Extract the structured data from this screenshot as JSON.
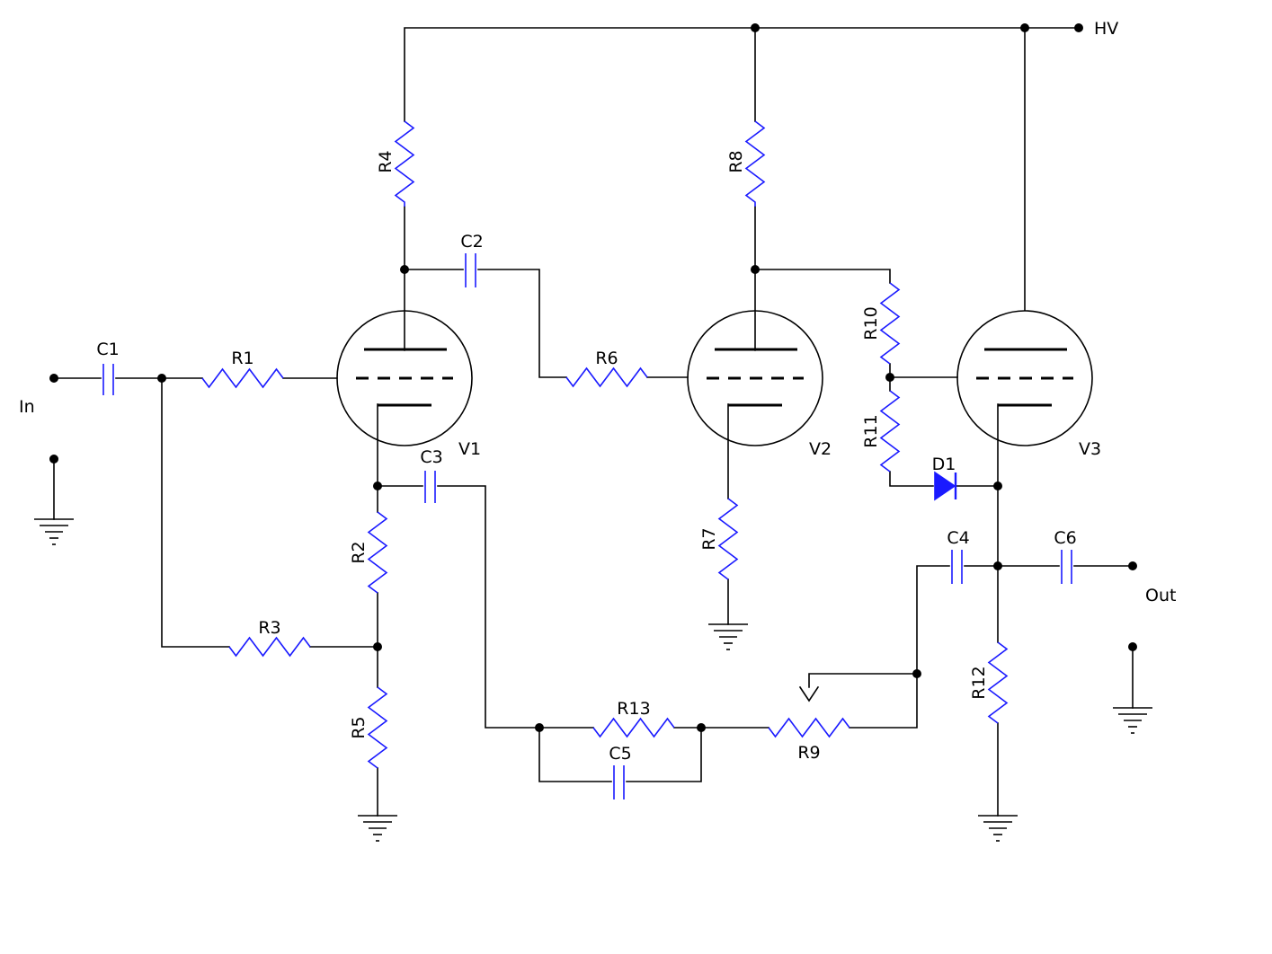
{
  "labels": {
    "hv": "HV",
    "in": "In",
    "out": "Out",
    "r1": "R1",
    "r2": "R2",
    "r3": "R3",
    "r4": "R4",
    "r5": "R5",
    "r6": "R6",
    "r7": "R7",
    "r8": "R8",
    "r9": "R9",
    "r10": "R10",
    "r11": "R11",
    "r12": "R12",
    "r13": "R13",
    "c1": "C1",
    "c2": "C2",
    "c3": "C3",
    "c4": "C4",
    "c5": "C5",
    "c6": "C6",
    "d1": "D1",
    "v1": "V1",
    "v2": "V2",
    "v3": "V3"
  },
  "colors": {
    "wire": "#000000",
    "component": "#1a1aff"
  }
}
